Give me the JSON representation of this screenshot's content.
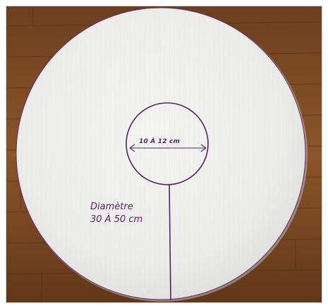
{
  "image": {
    "subject": "Cardboard circle template on a wooden floor",
    "inner_label": "10 À 12 cm",
    "diameter_title": "Diamètre",
    "diameter_value": "30 À 50 cm"
  },
  "colors": {
    "wood_dark": "#5b3418",
    "wood_mid": "#7a4a24",
    "wood_light": "#9a6533",
    "cardboard": "#ececea",
    "marker": "#5a2266"
  },
  "icons": {
    "arrow_left": "arrow-left-icon",
    "arrow_right": "arrow-right-icon"
  }
}
